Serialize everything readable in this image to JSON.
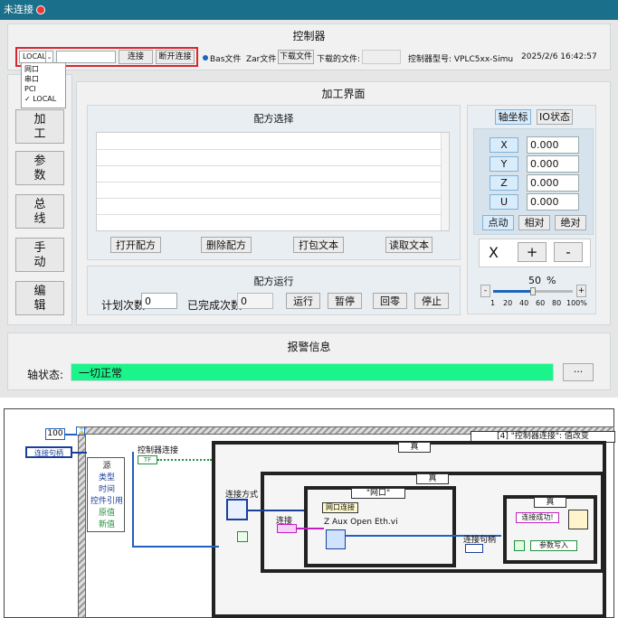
{
  "window": {
    "title": "未连接"
  },
  "controller": {
    "title": "控制器",
    "conn_type": "LOCAL",
    "conn_options": [
      "网口",
      "串口",
      "PCI",
      "✓ LOCAL"
    ],
    "ip_value": "",
    "connect_label": "连接",
    "disconnect_label": "断开连接",
    "file_radio_bas": "Bas文件",
    "file_radio_zar": "Zar文件",
    "download_label": "下载文件",
    "downloaded_label": "下载的文件:",
    "model_label": "控制器型号: VPLC5xx-Simu",
    "datetime": "2025/2/6 16:42:57"
  },
  "sidebar": {
    "items": [
      {
        "label": "加\n工"
      },
      {
        "label": "参\n数"
      },
      {
        "label": "总\n线"
      },
      {
        "label": "手\n动"
      },
      {
        "label": "编\n辑"
      }
    ]
  },
  "process": {
    "title": "加工界面",
    "recipe_select_title": "配方选择",
    "open_recipe": "打开配方",
    "delete_recipe": "删除配方",
    "pack_text": "打包文本",
    "read_text": "读取文本",
    "recipe_run_title": "配方运行",
    "planned_label": "计划次数",
    "planned_value": "0",
    "done_label": "已完成次数",
    "done_value": "0",
    "run": "运行",
    "pause": "暂停",
    "home": "回零",
    "stop": "停止"
  },
  "axes": {
    "tab_axis": "轴坐标",
    "tab_io": "IO状态",
    "rows": [
      {
        "name": "X",
        "value": "0.000"
      },
      {
        "name": "Y",
        "value": "0.000"
      },
      {
        "name": "Z",
        "value": "0.000"
      },
      {
        "name": "U",
        "value": "0.000"
      }
    ],
    "jog": "点动",
    "relative": "相对",
    "absolute": "绝对",
    "selected_axis": "X",
    "plus": "+",
    "minus": "-",
    "speed_percent": "50",
    "speed_unit": "%",
    "speed_minus": "-",
    "speed_plus": "+",
    "speed_ticks": [
      "1",
      "20",
      "40",
      "60",
      "80",
      "100%"
    ],
    "speed_fraction": 0.5
  },
  "alarm": {
    "title": "报警信息",
    "axis_status_label": "轴状态:",
    "axis_status_value": "一切正常",
    "more": "···"
  },
  "diagram": {
    "const_100": "100",
    "conn_handle": "连接句柄",
    "event_fields": [
      "源",
      "类型",
      "时间",
      "控件引用",
      "原值",
      "新值"
    ],
    "controller_conn": "控制器连接",
    "tf": "TF",
    "case_event": "[4] \"控制器连接\": 值改变",
    "case_true1": "真",
    "case_true2": "真",
    "case_net": "\"网口\"",
    "case_true3": "真",
    "conn_method": "连接方式",
    "connect": "连接",
    "net_connect": "网口连接",
    "vi_name": "Z Aux Open Eth.vi",
    "conn_handle2": "连接句柄",
    "success": "连接成功!",
    "param_write": "参数写入",
    "colors": {
      "frame": "#222222",
      "wire_blue": "#2060c0",
      "wire_green": "#209040",
      "wire_pink": "#c020c0"
    }
  }
}
